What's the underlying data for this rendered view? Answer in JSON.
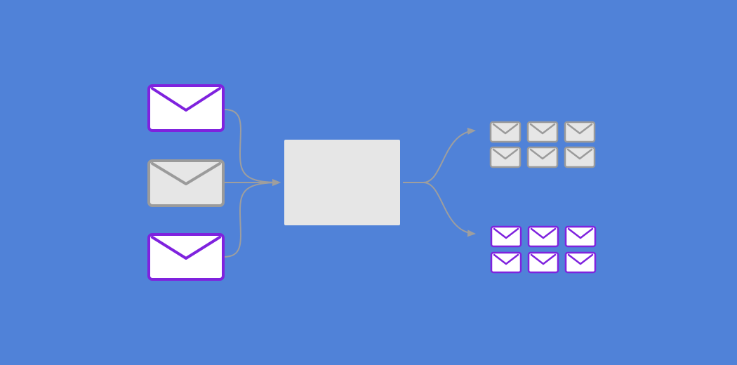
{
  "colors": {
    "background": "#5082d8",
    "purple": "#7f22de",
    "gray": "#9b9b9b",
    "envelope_white": "#ffffff",
    "envelope_gray": "#e6e6e6",
    "processor_fill": "#e6e6e6",
    "connector": "#9e9e9e"
  },
  "inputs": [
    {
      "kind": "purple-envelope-icon"
    },
    {
      "kind": "gray-envelope-icon"
    },
    {
      "kind": "purple-envelope-icon"
    }
  ],
  "processor": {
    "kind": "sorting-box"
  },
  "outputs": [
    {
      "kind": "gray-envelope-group",
      "count": 6
    },
    {
      "kind": "purple-envelope-group",
      "count": 6
    }
  ]
}
